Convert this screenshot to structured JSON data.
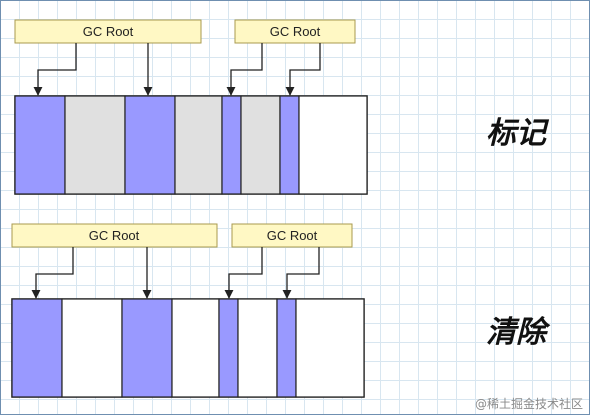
{
  "phases": [
    {
      "title": "标记",
      "roots": [
        "GC Root",
        "GC Root"
      ],
      "blocks": [
        "live",
        "dead",
        "live",
        "dead",
        "live",
        "dead",
        "live",
        "free"
      ]
    },
    {
      "title": "清除",
      "roots": [
        "GC Root",
        "GC Root"
      ],
      "blocks": [
        "live",
        "free",
        "live",
        "free",
        "live",
        "free",
        "live",
        "free"
      ]
    }
  ],
  "colors": {
    "live": "#9999ff",
    "dead": "#e0e0e0",
    "free": "#ffffff",
    "root_fill": "#fff8c4"
  },
  "watermark": "@稀土掘金技术社区"
}
